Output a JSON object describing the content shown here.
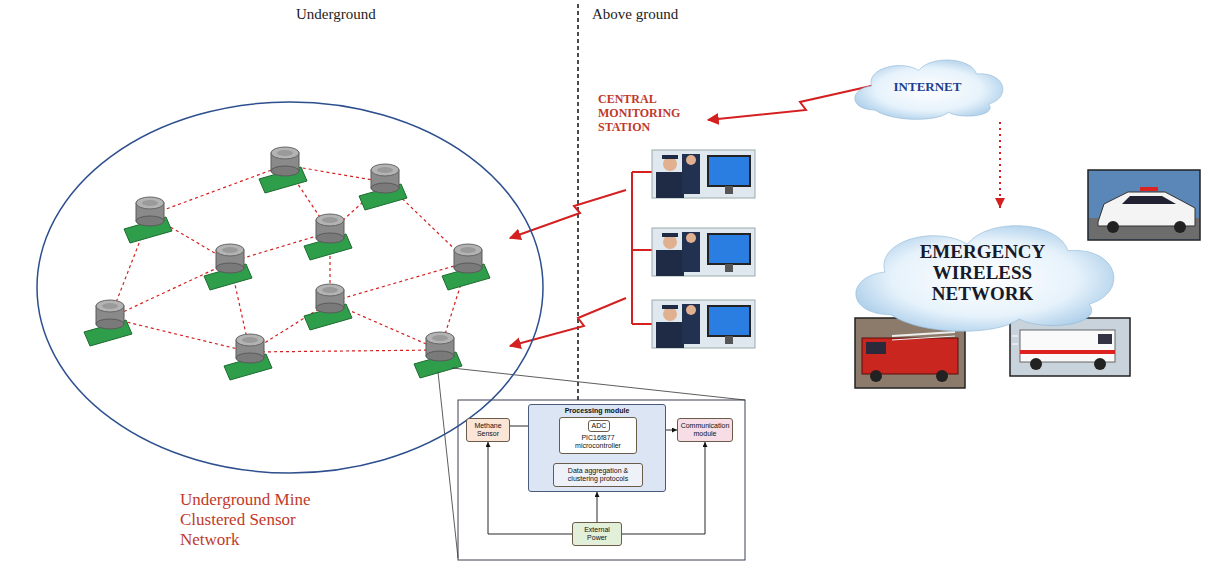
{
  "diagram": {
    "nodes": [
      {
        "text": [
          "Underground Mine Clustered Sensor Network"
        ]
      },
      {
        "text": [
          "INTERNET"
        ]
      },
      {
        "text": [
          "EMERGENCY WIRELESS NETWORK"
        ]
      },
      {
        "text": [
          "Methane Sensor"
        ]
      },
      {
        "text": [
          "Processing module"
        ]
      },
      {
        "text": [
          "PIC16f877 microcontroller"
        ],
        "in": 4
      },
      {
        "text": [
          "ADC"
        ],
        "in": 5
      },
      {
        "text": [
          "Data aggregation & clustering protocols"
        ],
        "in": 4
      },
      {
        "text": [
          "Communication module"
        ]
      },
      {
        "text": [
          "External Power"
        ]
      }
    ],
    "edges": [
      {
        "from": 1,
        "to": 2,
        "arrow": "to"
      },
      {
        "from": 3,
        "to": 6,
        "arrow": "to"
      },
      {
        "from": 4,
        "to": 8,
        "arrow": "to"
      },
      {
        "from": 7,
        "to": 5,
        "arrow": "to"
      },
      {
        "from": 9,
        "to": 3,
        "arrow": "to"
      },
      {
        "from": 9,
        "to": 4,
        "arrow": "to"
      },
      {
        "from": 9,
        "to": 8,
        "arrow": "to"
      }
    ],
    "labels": [
      "Underground",
      "Above ground",
      "CENTRAL MONITORING STATION"
    ]
  }
}
